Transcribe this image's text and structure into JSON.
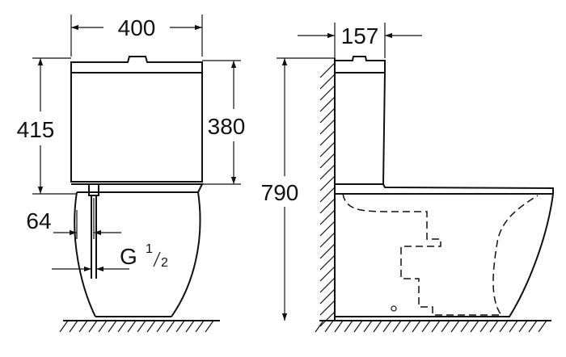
{
  "front_view": {
    "width_dim": "400",
    "total_height_dim": "415",
    "cistern_height_dim": "380",
    "inlet_offset_dim": "64",
    "inlet_thread": {
      "prefix": "G",
      "numerator": "1",
      "denominator": "2"
    }
  },
  "side_view": {
    "cistern_depth_dim": "157",
    "total_height_dim": "790"
  }
}
